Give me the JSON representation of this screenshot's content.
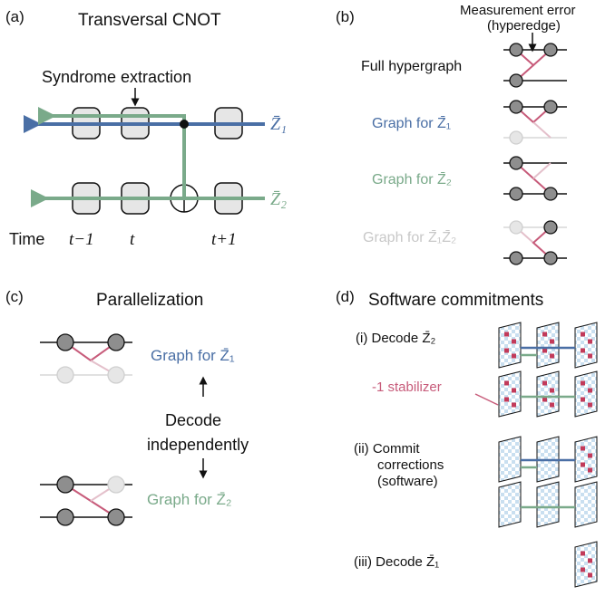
{
  "colors": {
    "blue": "#4a6fa5",
    "green": "#7aaa8a",
    "pink": "#c75b7a",
    "grey_light": "#d7d7d7",
    "node_grey": "#8e8e8e",
    "box_fill": "#e6e6e6",
    "tile_blue": "#c9dff0",
    "tile_red": "#c23a5a"
  },
  "panel_a": {
    "label": "(a)",
    "title": "Transversal CNOT",
    "syndrome_label": "Syndrome extraction",
    "z1": "Z̄₁",
    "z2": "Z̄₂",
    "time_label": "Time",
    "ticks": [
      "t−1",
      "t",
      "t+1"
    ]
  },
  "panel_b": {
    "label": "(b)",
    "error_title_1": "Measurement error",
    "error_title_2": "(hyperedge)",
    "rows": [
      {
        "label": "Full hypergraph"
      },
      {
        "label": "Graph for Z̄₁"
      },
      {
        "label": "Graph for Z̄₂"
      },
      {
        "label": "Graph for Z̄₁Z̄₂"
      }
    ]
  },
  "panel_c": {
    "label": "(c)",
    "title": "Parallelization",
    "graph_z1": "Graph for Z̄₁",
    "graph_z2": "Graph for Z̄₂",
    "decode_1": "Decode",
    "decode_2": "independently"
  },
  "panel_d": {
    "label": "(d)",
    "title": "Software commitments",
    "step_i": "(i) Decode Z̄₂",
    "stabilizer": "-1 stabilizer",
    "step_ii_1": "(ii) Commit",
    "step_ii_2": "corrections",
    "step_ii_3": "(software)",
    "step_iii": "(iii) Decode Z̄₁"
  }
}
